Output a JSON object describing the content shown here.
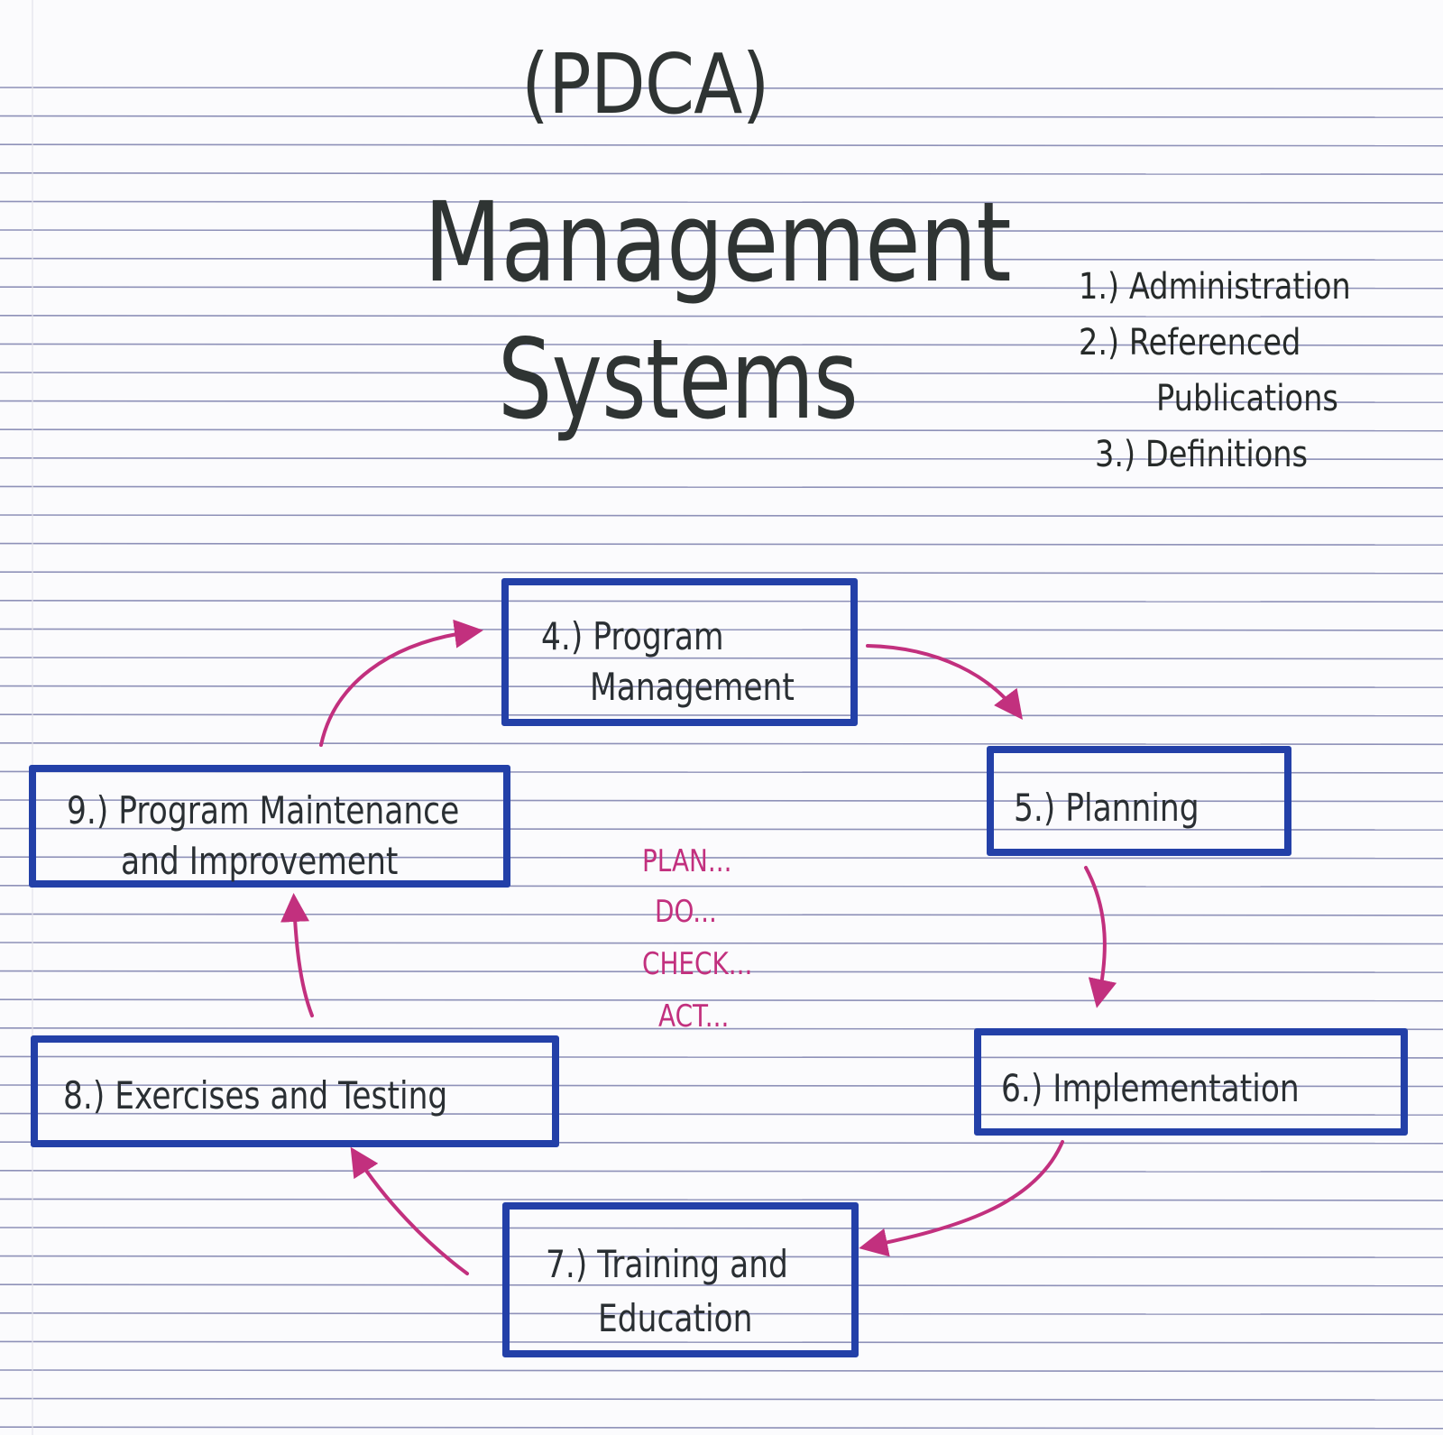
{
  "title": {
    "abbreviation": "(PDCA)",
    "line1": "Management",
    "line2": "Systems"
  },
  "side_list": [
    "1.) Administration",
    "2.) Referenced",
    "Publications",
    "3.) Definitions"
  ],
  "cycle_words": [
    "PLAN...",
    "DO...",
    "CHECK...",
    "ACT..."
  ],
  "steps": {
    "program_management": [
      "4.) Program",
      "Management"
    ],
    "planning": [
      "5.) Planning"
    ],
    "implementation": [
      "6.) Implementation"
    ],
    "training_education": [
      "7.) Training and",
      "Education"
    ],
    "exercises_testing": [
      "8.) Exercises and Testing"
    ],
    "maintenance_improvement": [
      "9.) Program Maintenance",
      "and Improvement"
    ]
  },
  "colors": {
    "paper": "#fbfbfd",
    "rule_line": "#8e91b8",
    "margin_line": "#e3e3ea",
    "ink_black": "#2f3433",
    "box_blue": "#2340a8",
    "arrow_magenta": "#c2307e"
  }
}
